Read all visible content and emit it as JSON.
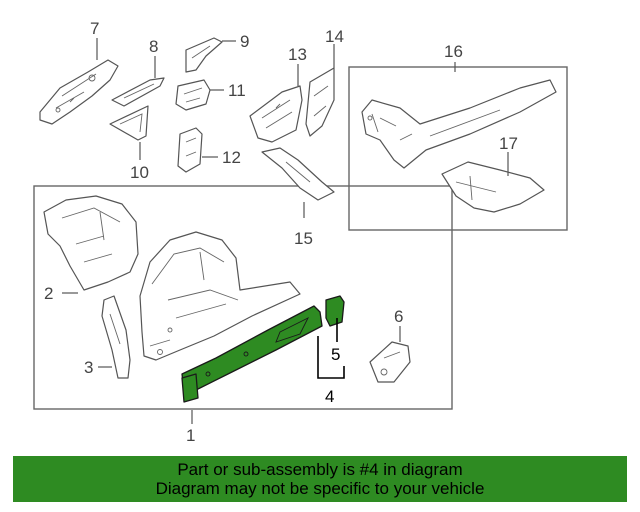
{
  "callouts": {
    "c1": "1",
    "c2": "2",
    "c3": "3",
    "c4": "4",
    "c5": "5",
    "c6": "6",
    "c7": "7",
    "c8": "8",
    "c9": "9",
    "c10": "10",
    "c11": "11",
    "c12": "12",
    "c13": "13",
    "c14": "14",
    "c15": "15",
    "c16": "16",
    "c17": "17"
  },
  "highlight_color": "#2e8b22",
  "banner": {
    "line1": "Part or sub-assembly is #4 in diagram",
    "line2": "Diagram may not be specific to your vehicle"
  }
}
